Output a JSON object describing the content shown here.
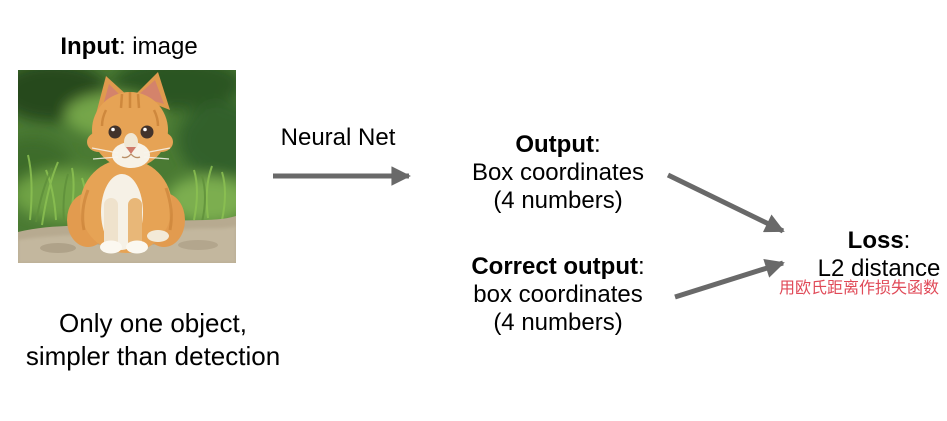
{
  "input_block": {
    "bold": "Input",
    "rest": ": image"
  },
  "neural_net_label": "Neural Net",
  "output_block": {
    "bold": "Output",
    "colon": ":",
    "line2": "Box coordinates",
    "line3": "(4 numbers)"
  },
  "correct_output_block": {
    "bold": "Correct output",
    "colon": ":",
    "line2": "box coordinates",
    "line3": "(4 numbers)"
  },
  "loss_block": {
    "bold": "Loss",
    "colon": ":",
    "line2": "L2 distance",
    "annotation_zh": "用欧氏距离作损失函数"
  },
  "caption": {
    "line1": "Only one object,",
    "line2": "simpler than detection"
  },
  "image": {
    "name": "kitten-photo",
    "description": "orange tabby kitten sitting on a rock in front of green grass"
  },
  "colors": {
    "arrow": "#696969",
    "text": "#000000",
    "background": "#ffffff",
    "annotation": "#e04a58"
  }
}
